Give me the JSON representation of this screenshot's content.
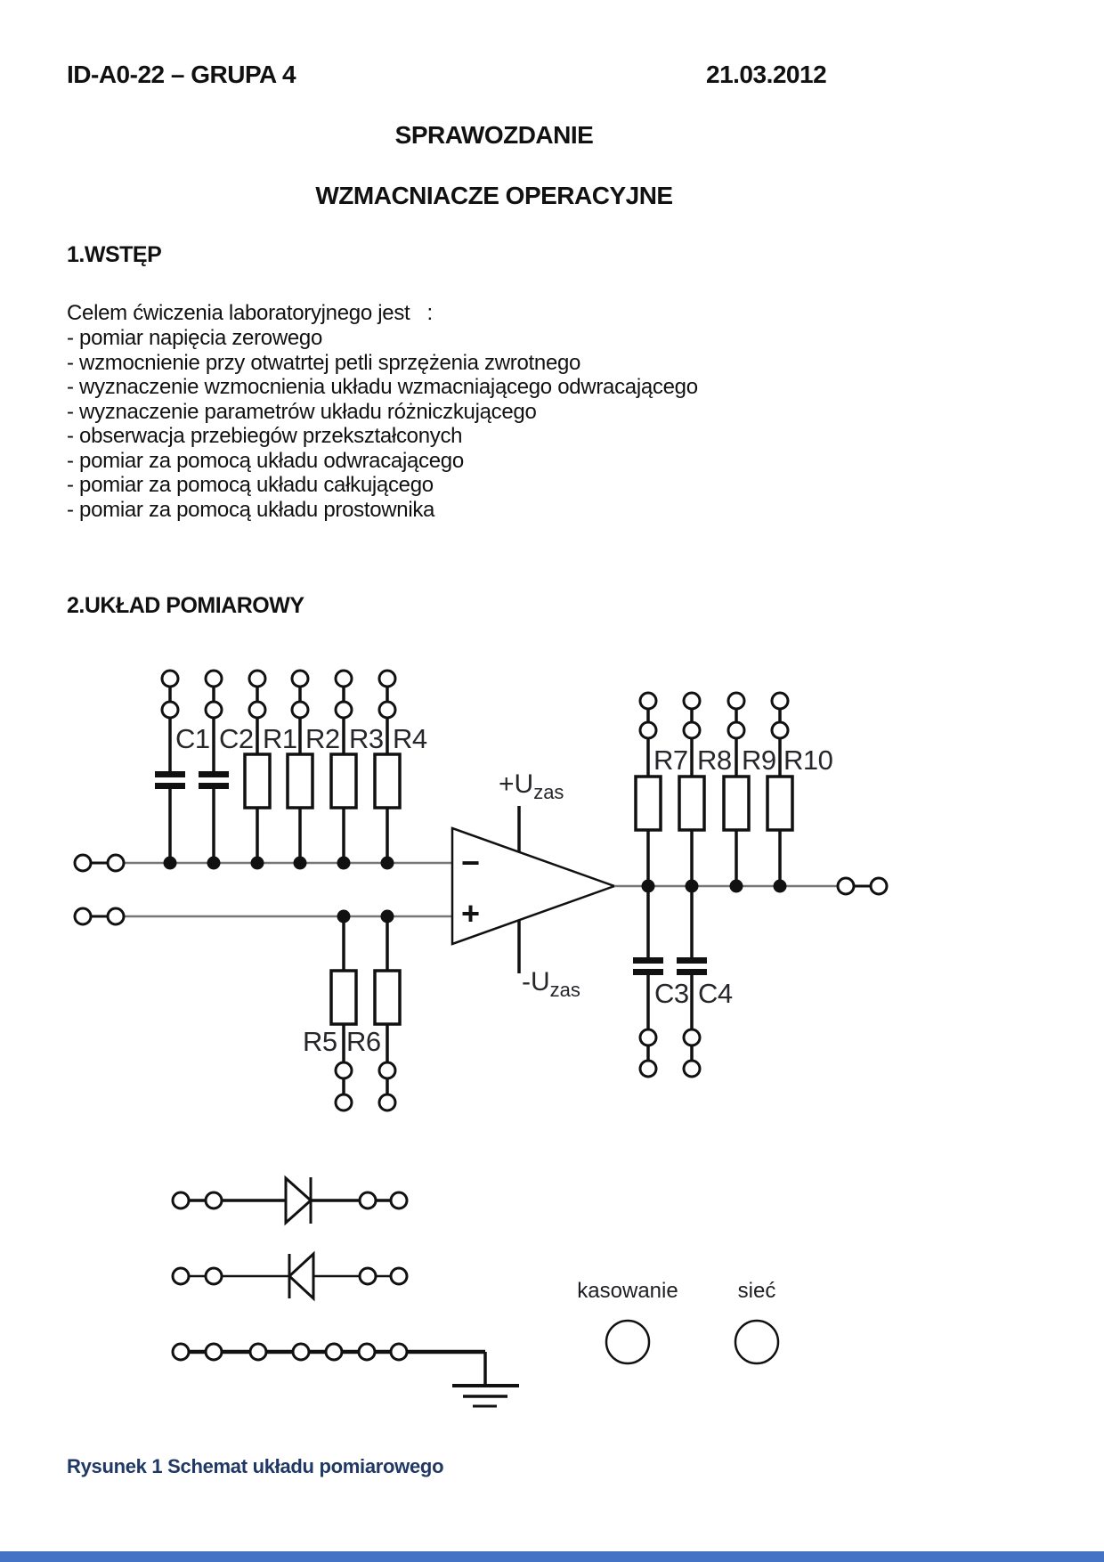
{
  "page": {
    "header_left": "ID-A0-22 – GRUPA 4",
    "header_right": "21.03.2012",
    "title": "SPRAWOZDANIE",
    "subtitle": "WZMACNIACZE OPERACYJNE"
  },
  "section1": {
    "heading": "1.WSTĘP",
    "intro": "Celem ćwiczenia laboratoryjnego jest   :",
    "items": [
      "- pomiar napięcia zerowego",
      "- wzmocnienie przy otwatrtej petli sprzężenia zwrotnego",
      "- wyznaczenie wzmocnienia układu wzmacniającego odwracającego",
      "- wyznaczenie parametrów układu różniczkującego",
      "- obserwacja przebiegów przekształconych",
      "- pomiar za pomocą układu odwracającego",
      "- pomiar za pomocą układu całkującego",
      "- pomiar za pomocą układu prostownika"
    ]
  },
  "section2": {
    "heading": "2.UKŁAD POMIAROWY"
  },
  "diagram": {
    "labels": {
      "c1": "C1",
      "c2": "C2",
      "r1": "R1",
      "r2": "R2",
      "r3": "R3",
      "r4": "R4",
      "r5": "R5",
      "r6": "R6",
      "r7": "R7",
      "r8": "R8",
      "r9": "R9",
      "r10": "R10",
      "c3": "C3",
      "c4": "C4"
    },
    "supply_positive": {
      "main": "+U",
      "sub": "zas"
    },
    "supply_negative": {
      "main": "-U",
      "sub": "zas"
    },
    "opamp": {
      "inverting": "−",
      "noninverting": "+"
    },
    "buttons": [
      {
        "label": "kasowanie"
      },
      {
        "label": "sieć"
      }
    ]
  },
  "caption": "Rysunek 1 Schemat układu pomiarowego",
  "colors": {
    "caption_text": "#1F3864",
    "footer_bar": "#4472C4",
    "wire": "#777777",
    "ink": "#111111"
  }
}
